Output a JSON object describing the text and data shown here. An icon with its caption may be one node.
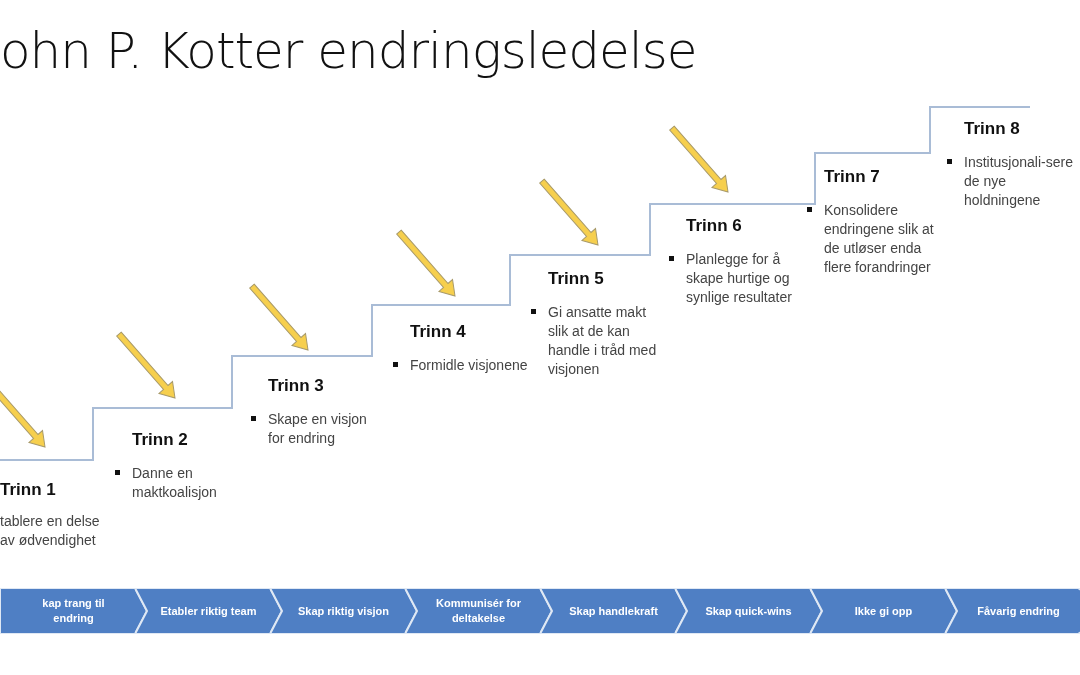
{
  "diagram": {
    "title": "ohn P. Kotter endringsledelse",
    "nodes": [
      {
        "text": [
          "Trinn 1",
          "tablere en delse av ødvendighet"
        ]
      },
      {
        "text": [
          "Trinn 2",
          "Danne en maktkoalisjon"
        ]
      },
      {
        "text": [
          "Trinn 3",
          "Skape en visjon for endring"
        ]
      },
      {
        "text": [
          "Trinn 4",
          "Formidle visjonene"
        ]
      },
      {
        "text": [
          "Trinn 5",
          "Gi ansatte makt slik at de kan handle i tråd med visjonen"
        ]
      },
      {
        "text": [
          "Trinn 6",
          "Planlegge for å skape hurtige og synlige resultater"
        ]
      },
      {
        "text": [
          "Trinn 7",
          "Konsolidere endringene slik at de utløser enda flere forandringer"
        ]
      },
      {
        "text": [
          "Trinn 8",
          "Institusjonali-sere de nye holdningene"
        ]
      },
      {
        "text": [
          "kap trang til endring"
        ]
      },
      {
        "text": [
          "Etabler riktig team"
        ]
      },
      {
        "text": [
          "Skap riktig visjon"
        ]
      },
      {
        "text": [
          "Kommunisér for deltakelse"
        ]
      },
      {
        "text": [
          "Skap handlekraft"
        ]
      },
      {
        "text": [
          "Skap quick-wins"
        ]
      },
      {
        "text": [
          "Ikke gi opp"
        ]
      },
      {
        "text": [
          "Fåvarig endring"
        ]
      }
    ]
  }
}
